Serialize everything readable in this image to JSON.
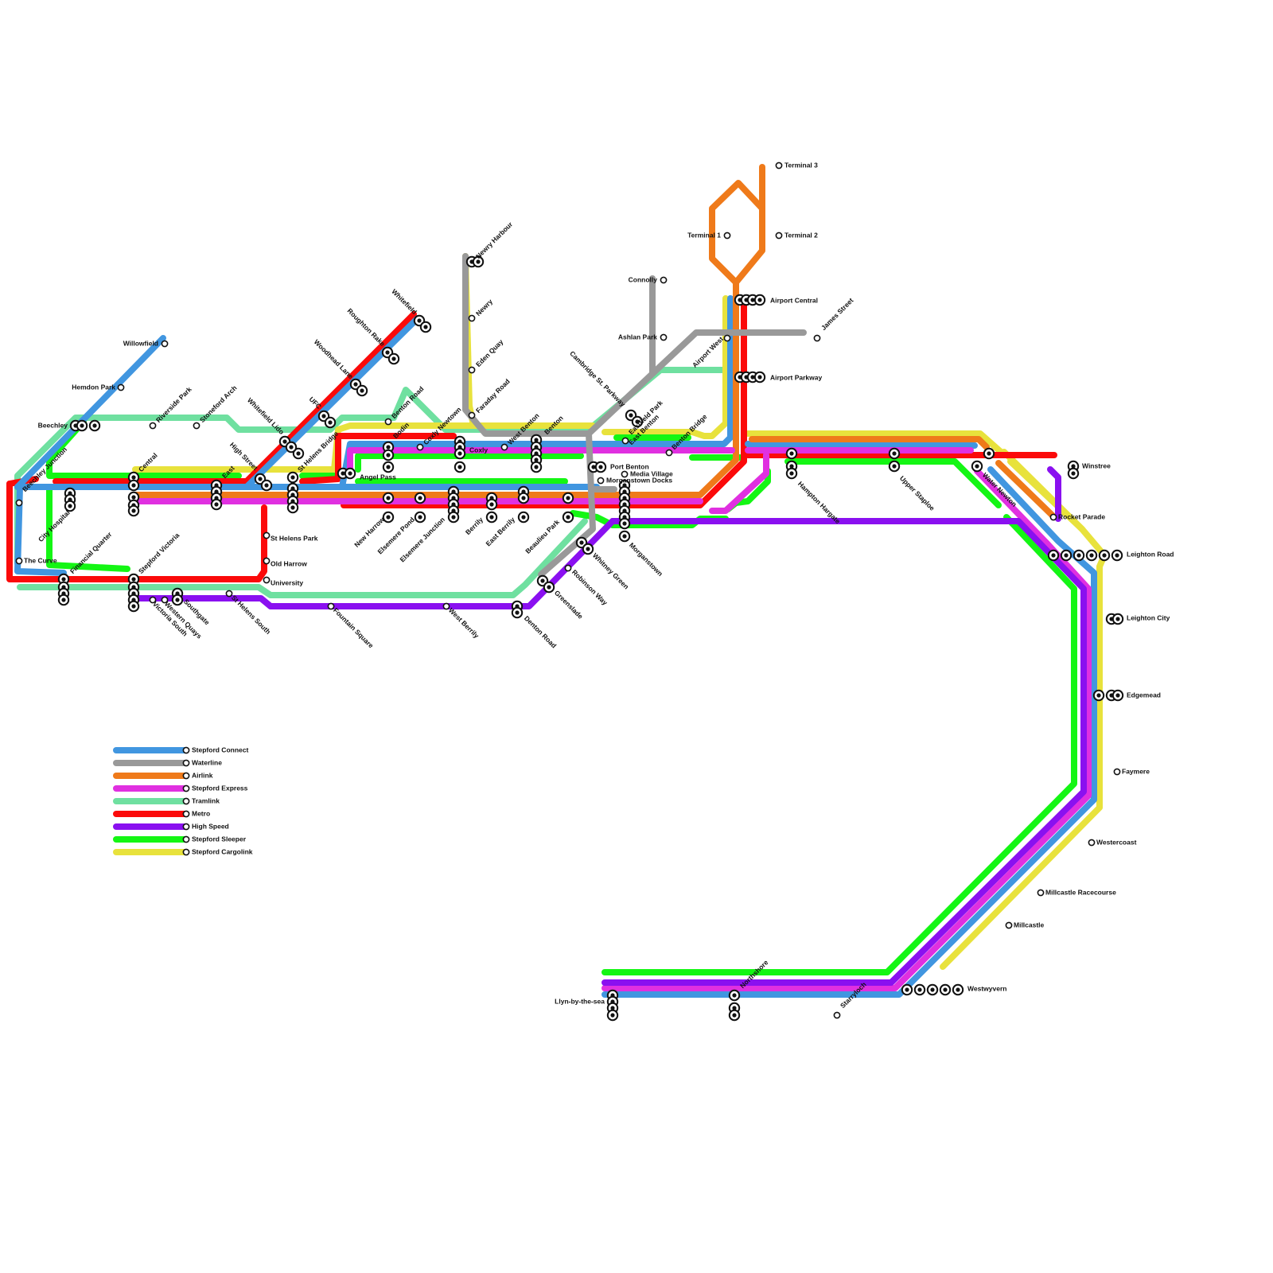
{
  "lines": [
    {
      "id": "stepford-connect",
      "name": "Stepford Connect",
      "color": "#4196e0"
    },
    {
      "id": "waterline",
      "name": "Waterline",
      "color": "#999999"
    },
    {
      "id": "airlink",
      "name": "Airlink",
      "color": "#ef7a1a"
    },
    {
      "id": "stepford-express",
      "name": "Stepford Express",
      "color": "#e030e0"
    },
    {
      "id": "tramlink",
      "name": "Tramlink",
      "color": "#6fe0a0"
    },
    {
      "id": "metro",
      "name": "Metro",
      "color": "#fb0a0a"
    },
    {
      "id": "high-speed",
      "name": "High Speed",
      "color": "#8a10f0"
    },
    {
      "id": "stepford-sleeper",
      "name": "Stepford Sleeper",
      "color": "#14f614"
    },
    {
      "id": "stepford-cargolink",
      "name": "Stepford Cargolink",
      "color": "#e8e23c"
    }
  ],
  "stations": [
    {
      "name": "Willowfield"
    },
    {
      "name": "Hemdon Park"
    },
    {
      "name": "Beechley"
    },
    {
      "name": "Riverside Park"
    },
    {
      "name": "Stoneford Arch"
    },
    {
      "name": "Beechley Junction"
    },
    {
      "name": "City Hospital"
    },
    {
      "name": "The Curve"
    },
    {
      "name": "Financial Quarter"
    },
    {
      "name": "Central"
    },
    {
      "name": "East"
    },
    {
      "name": "Stepford Victoria"
    },
    {
      "name": "Victoria South"
    },
    {
      "name": "Western Quays"
    },
    {
      "name": "Southgate"
    },
    {
      "name": "St Helens South"
    },
    {
      "name": "St Helens Park"
    },
    {
      "name": "Old Harrow"
    },
    {
      "name": "University"
    },
    {
      "name": "High Street"
    },
    {
      "name": "St Helens Bridge"
    },
    {
      "name": "Whitefield Lido"
    },
    {
      "name": "UFC"
    },
    {
      "name": "Woodhead Lane"
    },
    {
      "name": "Roughton Rake"
    },
    {
      "name": "Whitefield"
    },
    {
      "name": "Angel Pass"
    },
    {
      "name": "Benton Road"
    },
    {
      "name": "Bodin"
    },
    {
      "name": "Coxly Newtown"
    },
    {
      "name": "Coxly"
    },
    {
      "name": "New Harrow"
    },
    {
      "name": "Elsemere Pond"
    },
    {
      "name": "Elsemere Junction"
    },
    {
      "name": "Berrily"
    },
    {
      "name": "East Berrily"
    },
    {
      "name": "Beaulieu Park"
    },
    {
      "name": "Fountain Square"
    },
    {
      "name": "West Berrily"
    },
    {
      "name": "Newry Harbour"
    },
    {
      "name": "Newry"
    },
    {
      "name": "Eden Quay"
    },
    {
      "name": "Faraday Road"
    },
    {
      "name": "West Benton"
    },
    {
      "name": "Benton"
    },
    {
      "name": "Port Benton"
    },
    {
      "name": "Media Village"
    },
    {
      "name": "Morganstown Docks"
    },
    {
      "name": "Morganstown"
    },
    {
      "name": "Whitney Green"
    },
    {
      "name": "Robinson Way"
    },
    {
      "name": "Greenslade"
    },
    {
      "name": "Denton Road"
    },
    {
      "name": "Cambridge St. Parkway"
    },
    {
      "name": "Eastfield Park"
    },
    {
      "name": "East Benton"
    },
    {
      "name": "Benton Bridge"
    },
    {
      "name": "Connolly"
    },
    {
      "name": "Ashlan Park"
    },
    {
      "name": "Airport West"
    },
    {
      "name": "James Street"
    },
    {
      "name": "Terminal 1"
    },
    {
      "name": "Terminal 2"
    },
    {
      "name": "Terminal 3"
    },
    {
      "name": "Airport Central"
    },
    {
      "name": "Airport Parkway"
    },
    {
      "name": "Hampton Hargate"
    },
    {
      "name": "Upper Staploe"
    },
    {
      "name": "Water Newton"
    },
    {
      "name": "Winstree"
    },
    {
      "name": "Rocket Parade"
    },
    {
      "name": "Leighton Road"
    },
    {
      "name": "Leighton City"
    },
    {
      "name": "Edgemead"
    },
    {
      "name": "Faymere"
    },
    {
      "name": "Westercoast"
    },
    {
      "name": "Millcastle Racecourse"
    },
    {
      "name": "Millcastle"
    },
    {
      "name": "Westwyvern"
    },
    {
      "name": "Starryloch"
    },
    {
      "name": "Northshore"
    },
    {
      "name": "Llyn-by-the-sea"
    }
  ]
}
